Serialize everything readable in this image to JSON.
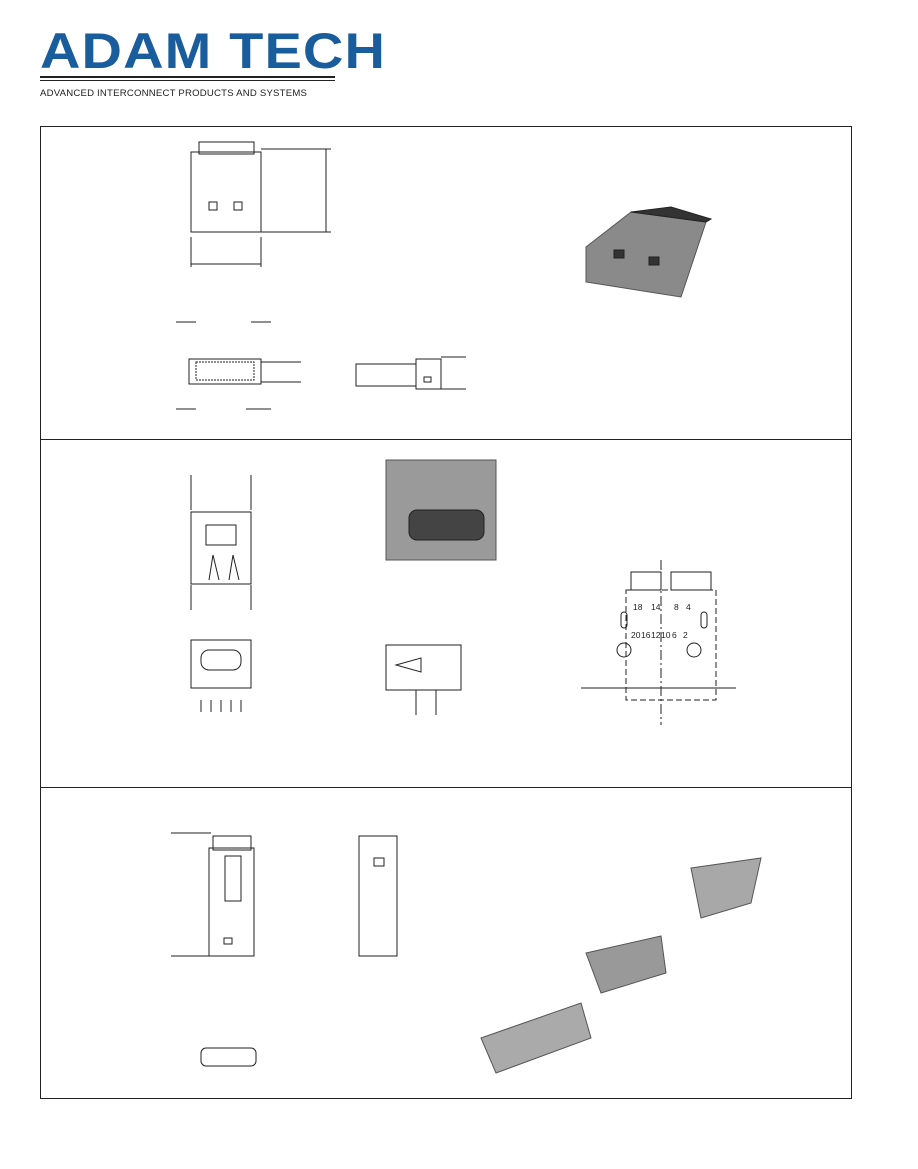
{
  "header": {
    "brand": "ADAM TECH",
    "tagline": "ADVANCED INTERCONNECT PRODUCTS AND SYSTEMS",
    "brand_color": "#1a5d9c"
  },
  "pinout": {
    "top_row": [
      "18",
      "14",
      "8",
      "4"
    ],
    "bottom_row": [
      "20",
      "16",
      "12",
      "10",
      "6",
      "2"
    ]
  }
}
